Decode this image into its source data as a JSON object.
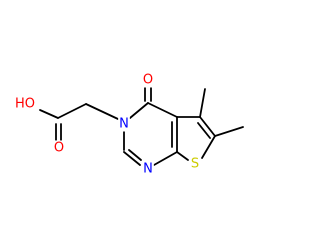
{
  "colors": {
    "bond": "#000000",
    "oxygen": "#ff0000",
    "nitrogen": "#0000ff",
    "sulfur": "#cccc00",
    "background": "#ffffff"
  },
  "atoms": {
    "hydroxyl_oxygen": "HO",
    "carbonyl_oxygen_acid": "O",
    "carbonyl_oxygen_ring": "O",
    "ring_nitrogen_3": "N",
    "ring_nitrogen_1": "N",
    "thiophene_sulfur": "S"
  }
}
